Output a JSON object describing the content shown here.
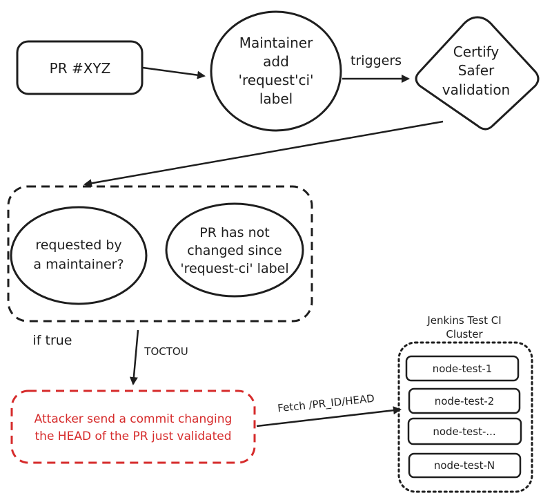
{
  "pr_box": {
    "label": "PR #XYZ"
  },
  "maintainer_circle": {
    "lines": [
      "Maintainer",
      "add",
      "'request'ci'",
      "label"
    ]
  },
  "certify_diamond": {
    "lines": [
      "Certify",
      "Safer",
      "validation"
    ]
  },
  "edges": {
    "triggers": "triggers",
    "if_true": "if true",
    "toctou": "TOCTOU",
    "fetch": "Fetch /PR_ID/HEAD"
  },
  "checks": {
    "requested_by": {
      "lines": [
        "requested by",
        "a maintainer?"
      ]
    },
    "pr_unchanged": {
      "lines": [
        "PR has not",
        "changed since",
        "'request-ci' label"
      ]
    }
  },
  "attacker": {
    "lines": [
      "Attacker send a commit changing",
      "the HEAD of the PR just validated"
    ]
  },
  "cluster": {
    "title_lines": [
      "Jenkins Test CI",
      "Cluster"
    ],
    "nodes": [
      "node-test-1",
      "node-test-2",
      "node-test-...",
      "node-test-N"
    ]
  },
  "colors": {
    "ink": "#1e1e1e",
    "attacker_red": "#d62b2b"
  }
}
